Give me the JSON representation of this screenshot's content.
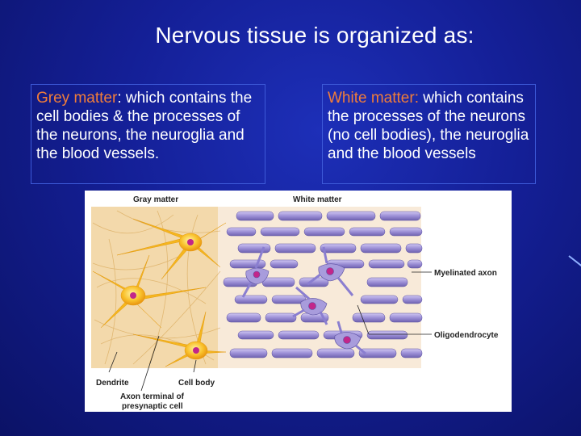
{
  "slide": {
    "title": "Nervous tissue is organized as:",
    "left_box": {
      "heading": "Grey matter",
      "text": ": which contains the cell bodies & the processes of the neurons, the neuroglia and the blood vessels."
    },
    "right_box": {
      "heading": "White matter:",
      "text": " which contains the processes of the neurons (no cell bodies), the neuroglia and the blood vessels"
    }
  },
  "figure": {
    "labels": {
      "gray_matter": "Gray matter",
      "white_matter": "White matter",
      "myelinated_axon": "Myelinated axon",
      "oligodendrocyte": "Oligodendrocyte",
      "dendrite": "Dendrite",
      "cell_body": "Cell body",
      "axon_terminal_line1": "Axon terminal of",
      "axon_terminal_line2": "presynaptic cell"
    },
    "colors": {
      "gray_matter_bg": "#f4dcb0",
      "white_matter_bg": "#f7e8d6",
      "neuron": "#f7b71c",
      "myelin": "#9c8fd6",
      "nucleus": "#c2268a"
    }
  }
}
